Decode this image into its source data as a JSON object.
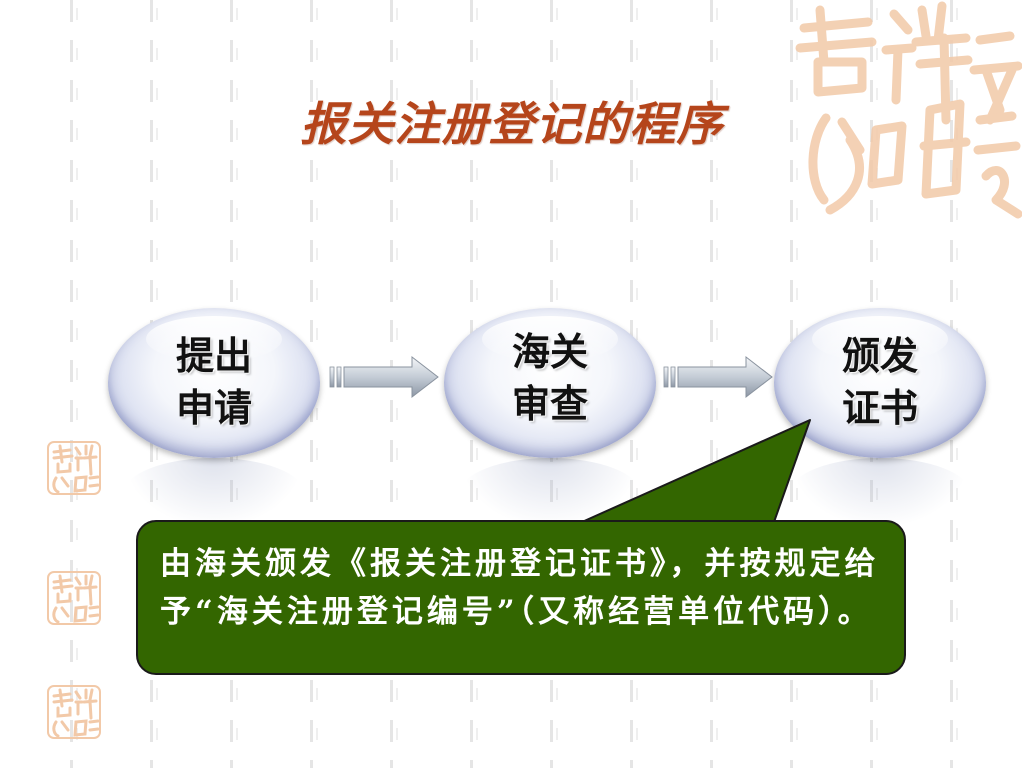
{
  "slide": {
    "title": "报关注册登记的程序",
    "steps": [
      {
        "line1": "提出",
        "line2": "申请"
      },
      {
        "line1": "海关",
        "line2": "审查"
      },
      {
        "line1": "颁发",
        "line2": "证书"
      }
    ],
    "callout_text": "由海关颁发《报关注册登记证书》，并按规定给予“海关注册登记编号”（又称经营单位代码）。"
  },
  "colors": {
    "title": "#b5451b",
    "callout_bg": "#336600",
    "seal": "#f2c9a8"
  },
  "icons": {
    "seal": "seal-icon",
    "arrow": "arrow-right-icon"
  }
}
